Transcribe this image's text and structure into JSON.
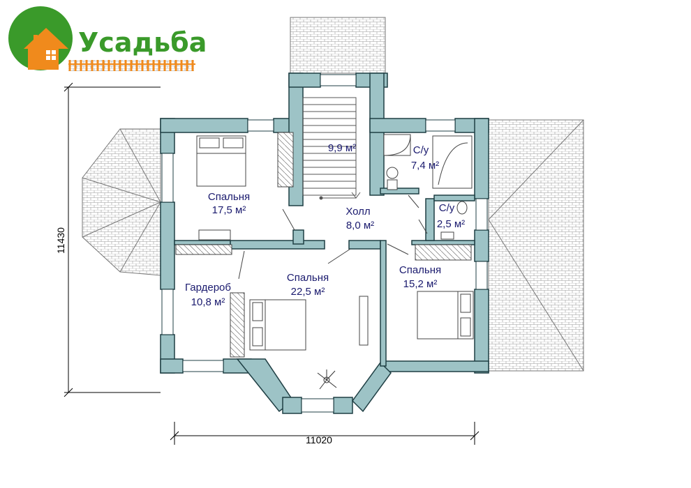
{
  "logo": {
    "brand": "Усадьба",
    "colors": {
      "orange": "#f08a1c",
      "green": "#3a9a2a",
      "wall": "#9dc3c6"
    },
    "icon": "house-icon"
  },
  "rooms": [
    {
      "id": "bedroom-17",
      "name": "Спальня",
      "area": "17,5 м²"
    },
    {
      "id": "stairs",
      "name": "",
      "area": "9,9 м²"
    },
    {
      "id": "bath-large",
      "name": "С/у",
      "area": "7,4 м²"
    },
    {
      "id": "bath-small",
      "name": "С/у",
      "area": "2,5 м²"
    },
    {
      "id": "hall",
      "name": "Холл",
      "area": "8,0 м²"
    },
    {
      "id": "bedroom-15",
      "name": "Спальня",
      "area": "15,2 м²"
    },
    {
      "id": "bedroom-22",
      "name": "Спальня",
      "area": "22,5 м²"
    },
    {
      "id": "wardrobe",
      "name": "Гардероб",
      "area": "10,8 м²"
    }
  ],
  "dimensions": {
    "width": "11020",
    "height": "11430"
  }
}
